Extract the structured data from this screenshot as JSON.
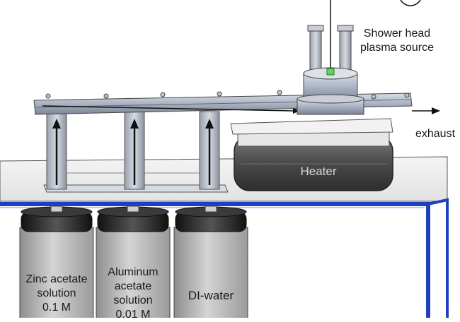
{
  "labels": {
    "shower_head_line1": "Shower head",
    "shower_head_line2": "plasma source",
    "exhaust": "exhaust",
    "heater": "Heater",
    "bottle_zinc_line1": "Zinc acetate",
    "bottle_zinc_line2": "solution",
    "bottle_zinc_line3": "0.1 M",
    "bottle_al_line1": "Aluminum",
    "bottle_al_line2": "acetate",
    "bottle_al_line3": "solution",
    "bottle_al_line4": "0.01 M",
    "bottle_water": "DI-water"
  },
  "colors": {
    "frame_blue": "#1f3fc0",
    "metal": "#a9b2c2",
    "heater": "#4a4a4a",
    "bottle_cap": "#222222",
    "bottle_body": "#b3b3b3"
  }
}
